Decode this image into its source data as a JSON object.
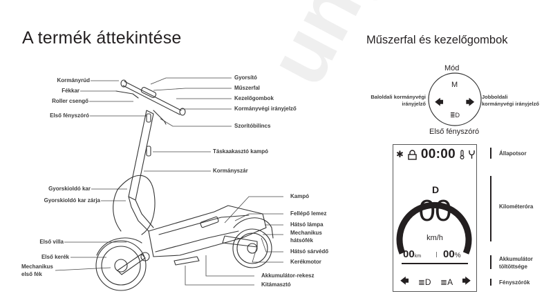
{
  "watermark": "ungary Zrt.",
  "overview": {
    "title": "A termék áttekintése",
    "labels_left": [
      {
        "id": "kormanyrud",
        "text": "Kormányrúd"
      },
      {
        "id": "fekkar",
        "text": "Fékkar"
      },
      {
        "id": "roller_csengo",
        "text": "Roller csengő"
      },
      {
        "id": "elso_fenyszoro",
        "text": "Első fényszóró"
      },
      {
        "id": "gyorskioldo_kar",
        "text": "Gyorskioldó kar"
      },
      {
        "id": "gyorskioldo_kar_zarja",
        "text": "Gyorskioldó kar zárja"
      },
      {
        "id": "elso_villa",
        "text": "Első villa"
      },
      {
        "id": "elso_kerek",
        "text": "Első kerék"
      },
      {
        "id": "mechanikus_elso_fek_1",
        "text": "Mechanikus"
      },
      {
        "id": "mechanikus_elso_fek_2",
        "text": "első fék"
      }
    ],
    "labels_right": [
      {
        "id": "gyorsito",
        "text": "Gyorsító"
      },
      {
        "id": "muszerfal",
        "text": "Műszerfal"
      },
      {
        "id": "kezelogombok",
        "text": "Kezelőgombok"
      },
      {
        "id": "kormanyvegi_iranyjelzo",
        "text": "Kormányvégi irányjelző"
      },
      {
        "id": "szoritobilincs",
        "text": "Szorítóbilincs"
      },
      {
        "id": "taskaakaszto_kampo",
        "text": "Táskaakasztó kampó"
      },
      {
        "id": "kormanyszar",
        "text": "Kormányszár"
      },
      {
        "id": "kampo",
        "text": "Kampó"
      },
      {
        "id": "fellepo_lemez",
        "text": "Fellépő lemez"
      },
      {
        "id": "hatso_lampa",
        "text": "Hátsó lámpa"
      },
      {
        "id": "mechanikus_hatso_fek_1",
        "text": "Mechanikus"
      },
      {
        "id": "mechanikus_hatso_fek_2",
        "text": "hátsófék"
      },
      {
        "id": "hatso_sarvedo",
        "text": "Hátsó sárvédő"
      },
      {
        "id": "kerekmotor",
        "text": "Kerékmotor"
      },
      {
        "id": "akkumulator_rekesz",
        "text": "Akkumulátor-rekesz"
      },
      {
        "id": "kitamaszto",
        "text": "Kitámasztó"
      }
    ]
  },
  "dashboard": {
    "title": "Műszerfal és kezelőgombok",
    "control_dial": {
      "top_label": "Mód",
      "mode_key": "M",
      "left_label_1": "Baloldali kormányvégi",
      "left_label_2": "irányjelző",
      "right_label_1": "Jobboldali",
      "right_label_2": "kormányvégi irányjelző",
      "bottom_label": "Első fényszóró",
      "left_arrow": "🡄",
      "right_arrow": "🡆",
      "headlight_glyph": "≣D"
    },
    "display": {
      "clock": "00:00",
      "gear": "D",
      "speed": "00",
      "speed_unit": "km/h",
      "odometer": "00",
      "odometer_unit": "km",
      "battery": "00",
      "battery_unit": "%",
      "headlight_glyph": "≣D",
      "auto_light_glyph": "≣A"
    },
    "sections": {
      "status_bar": "Állapotsor",
      "speedometer": "Kilométeróra",
      "battery_1": "Akkumulátor",
      "battery_2": "töltöttsége",
      "lights": "Fényszórók"
    }
  }
}
